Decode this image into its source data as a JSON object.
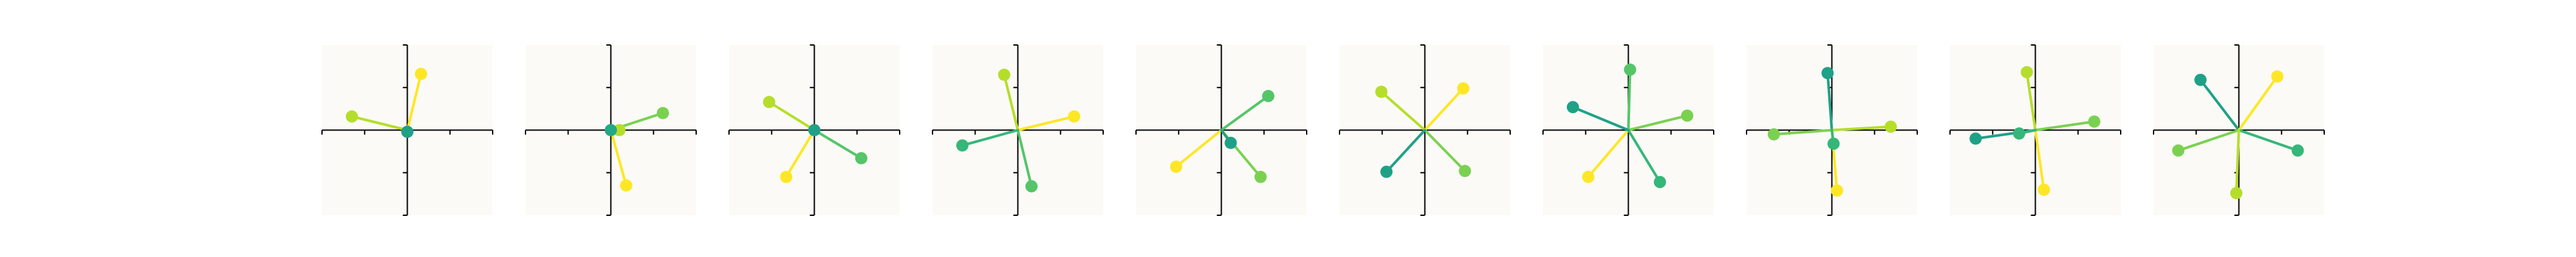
{
  "figure": {
    "background": "#ffffff",
    "panel_background": "#fbfaf6",
    "axis_color": "#000000"
  },
  "chart_data": [
    {
      "type": "scatter",
      "xlim": [
        -1,
        1
      ],
      "ylim": [
        -1,
        1
      ],
      "xticks": [
        -1,
        -0.5,
        0.5,
        1
      ],
      "yticks": [
        -1,
        -0.5,
        0.5,
        1
      ],
      "grid": false,
      "vectors": [
        {
          "x": 0.16,
          "y": 0.66,
          "color": "#fde725"
        },
        {
          "x": -0.65,
          "y": 0.16,
          "color": "#b5de2b"
        },
        {
          "x": 0.0,
          "y": -0.02,
          "color": "#1fa187"
        }
      ]
    },
    {
      "type": "scatter",
      "xlim": [
        -1,
        1
      ],
      "ylim": [
        -1,
        1
      ],
      "xticks": [
        -1,
        -0.5,
        0.5,
        1
      ],
      "yticks": [
        -1,
        -0.5,
        0.5,
        1
      ],
      "grid": false,
      "vectors": [
        {
          "x": 0.61,
          "y": 0.2,
          "color": "#7ad151"
        },
        {
          "x": 0.18,
          "y": -0.65,
          "color": "#fde725"
        },
        {
          "x": 0.1,
          "y": 0.0,
          "color": "#b5de2b"
        },
        {
          "x": 0.0,
          "y": 0.0,
          "color": "#22a884"
        }
      ]
    },
    {
      "type": "scatter",
      "xlim": [
        -1,
        1
      ],
      "ylim": [
        -1,
        1
      ],
      "xticks": [
        -1,
        -0.5,
        0.5,
        1
      ],
      "yticks": [
        -1,
        -0.5,
        0.5,
        1
      ],
      "grid": false,
      "vectors": [
        {
          "x": -0.53,
          "y": 0.33,
          "color": "#b5de2b"
        },
        {
          "x": 0.55,
          "y": -0.33,
          "color": "#54c568"
        },
        {
          "x": -0.33,
          "y": -0.55,
          "color": "#fde725"
        },
        {
          "x": 0.0,
          "y": 0.0,
          "color": "#1fa187"
        }
      ]
    },
    {
      "type": "scatter",
      "xlim": [
        -1,
        1
      ],
      "ylim": [
        -1,
        1
      ],
      "xticks": [
        -1,
        -0.5,
        0.5,
        1
      ],
      "yticks": [
        -1,
        -0.5,
        0.5,
        1
      ],
      "grid": false,
      "vectors": [
        {
          "x": -0.16,
          "y": 0.65,
          "color": "#b5de2b"
        },
        {
          "x": 0.66,
          "y": 0.16,
          "color": "#fde725"
        },
        {
          "x": 0.16,
          "y": -0.66,
          "color": "#54c568"
        },
        {
          "x": -0.65,
          "y": -0.18,
          "color": "#35b779"
        }
      ]
    },
    {
      "type": "scatter",
      "xlim": [
        -1,
        1
      ],
      "ylim": [
        -1,
        1
      ],
      "xticks": [
        -1,
        -0.5,
        0.5,
        1
      ],
      "yticks": [
        -1,
        -0.5,
        0.5,
        1
      ],
      "grid": false,
      "vectors": [
        {
          "x": 0.55,
          "y": 0.4,
          "color": "#54c568"
        },
        {
          "x": -0.53,
          "y": -0.43,
          "color": "#fde725"
        },
        {
          "x": 0.46,
          "y": -0.55,
          "color": "#7ad151"
        },
        {
          "x": 0.11,
          "y": -0.15,
          "color": "#1fa187"
        }
      ]
    },
    {
      "type": "scatter",
      "xlim": [
        -1,
        1
      ],
      "ylim": [
        -1,
        1
      ],
      "xticks": [
        -1,
        -0.5,
        0.5,
        1
      ],
      "yticks": [
        -1,
        -0.5,
        0.5,
        1
      ],
      "grid": false,
      "vectors": [
        {
          "x": -0.51,
          "y": 0.45,
          "color": "#b5de2b"
        },
        {
          "x": 0.45,
          "y": 0.49,
          "color": "#fde725"
        },
        {
          "x": 0.47,
          "y": -0.48,
          "color": "#7ad151"
        },
        {
          "x": -0.45,
          "y": -0.49,
          "color": "#1fa187"
        }
      ]
    },
    {
      "type": "scatter",
      "xlim": [
        -1,
        1
      ],
      "ylim": [
        -1,
        1
      ],
      "xticks": [
        -1,
        -0.5,
        0.5,
        1
      ],
      "yticks": [
        -1,
        -0.5,
        0.5,
        1
      ],
      "grid": false,
      "vectors": [
        {
          "x": 0.02,
          "y": 0.71,
          "color": "#54c568"
        },
        {
          "x": 0.69,
          "y": 0.17,
          "color": "#7ad151"
        },
        {
          "x": -0.47,
          "y": -0.55,
          "color": "#fde725"
        },
        {
          "x": 0.37,
          "y": -0.61,
          "color": "#35b779"
        },
        {
          "x": -0.65,
          "y": 0.27,
          "color": "#1fa187"
        }
      ]
    },
    {
      "type": "scatter",
      "xlim": [
        -1,
        1
      ],
      "ylim": [
        -1,
        1
      ],
      "xticks": [
        -1,
        -0.5,
        0.5,
        1
      ],
      "yticks": [
        -1,
        -0.5,
        0.5,
        1
      ],
      "grid": false,
      "vectors": [
        {
          "x": -0.05,
          "y": 0.67,
          "color": "#1fa187"
        },
        {
          "x": 0.69,
          "y": 0.04,
          "color": "#b5de2b"
        },
        {
          "x": 0.06,
          "y": -0.71,
          "color": "#fde725"
        },
        {
          "x": -0.68,
          "y": -0.05,
          "color": "#7ad151"
        },
        {
          "x": 0.02,
          "y": -0.16,
          "color": "#35b779"
        }
      ]
    },
    {
      "type": "scatter",
      "xlim": [
        -1,
        1
      ],
      "ylim": [
        -1,
        1
      ],
      "xticks": [
        -1,
        -0.5,
        0.5,
        1
      ],
      "yticks": [
        -1,
        -0.5,
        0.5,
        1
      ],
      "grid": false,
      "vectors": [
        {
          "x": -0.1,
          "y": 0.68,
          "color": "#b5de2b"
        },
        {
          "x": 0.69,
          "y": 0.1,
          "color": "#7ad151"
        },
        {
          "x": 0.1,
          "y": -0.7,
          "color": "#fde725"
        },
        {
          "x": -0.7,
          "y": -0.1,
          "color": "#1fa187"
        },
        {
          "x": -0.19,
          "y": -0.04,
          "color": "#35b779"
        }
      ]
    },
    {
      "type": "scatter",
      "xlim": [
        -1,
        1
      ],
      "ylim": [
        -1,
        1
      ],
      "xticks": [
        -1,
        -0.5,
        0.5,
        1
      ],
      "yticks": [
        -1,
        -0.5,
        0.5,
        1
      ],
      "grid": false,
      "vectors": [
        {
          "x": -0.45,
          "y": 0.59,
          "color": "#1fa187"
        },
        {
          "x": 0.45,
          "y": 0.63,
          "color": "#fde725"
        },
        {
          "x": 0.69,
          "y": -0.24,
          "color": "#35b779"
        },
        {
          "x": -0.71,
          "y": -0.24,
          "color": "#7ad151"
        },
        {
          "x": -0.03,
          "y": -0.74,
          "color": "#b5de2b"
        }
      ]
    }
  ]
}
